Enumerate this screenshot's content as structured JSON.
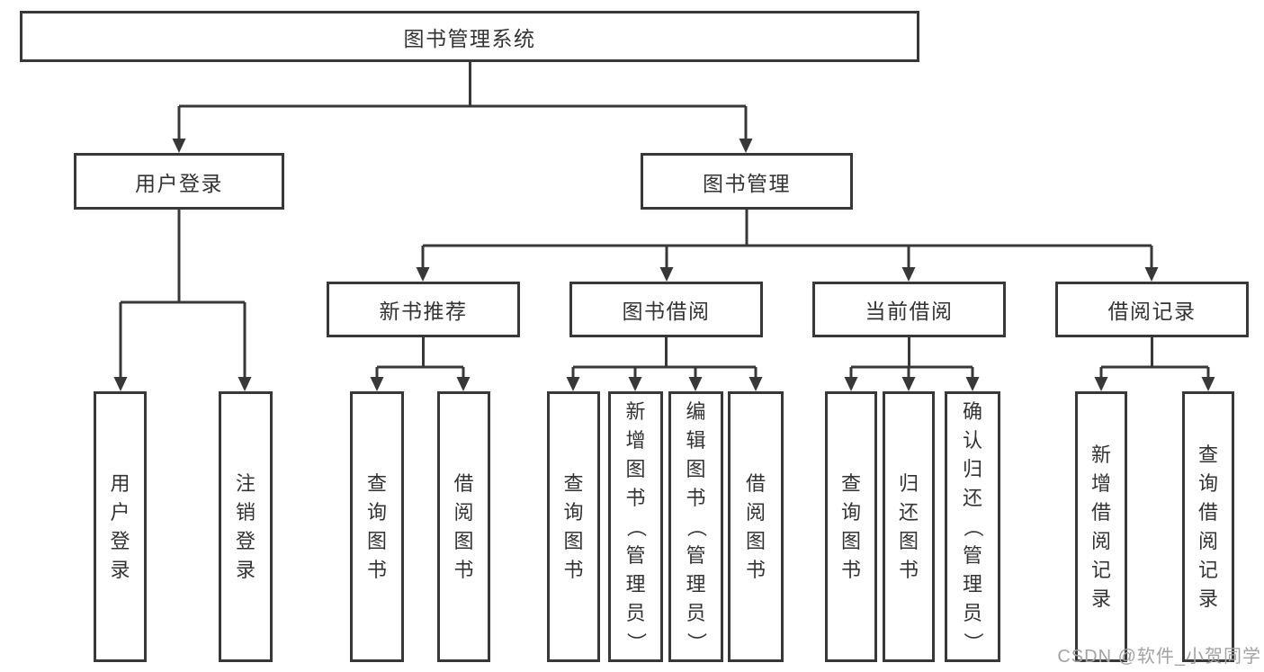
{
  "diagram": {
    "title_node": "图书管理系统",
    "level2": {
      "user_login": "用户登录",
      "book_management": "图书管理"
    },
    "level3": {
      "new_book_recommend": "新书推荐",
      "book_borrowing": "图书借阅",
      "current_borrowing": "当前借阅",
      "borrowing_records": "借阅记录"
    },
    "leaves": {
      "user_login": [
        "用户登录",
        "注销登录"
      ],
      "new_book_recommend": [
        "查询图书",
        "借阅图书"
      ],
      "book_borrowing": [
        "查询图书",
        "新增图书（管理员）",
        "编辑图书（管理员）",
        "借阅图书"
      ],
      "current_borrowing": [
        "查询图书",
        "归还图书",
        "确认归还（管理员）"
      ],
      "borrowing_records": [
        "新增借阅记录",
        "查询借阅记录"
      ]
    },
    "watermark": "CSDN @软件_小贺同学",
    "colors": {
      "line": "#383838",
      "text": "#333333",
      "watermark_text": "#a3a3a3",
      "background": "#ffffff"
    }
  }
}
